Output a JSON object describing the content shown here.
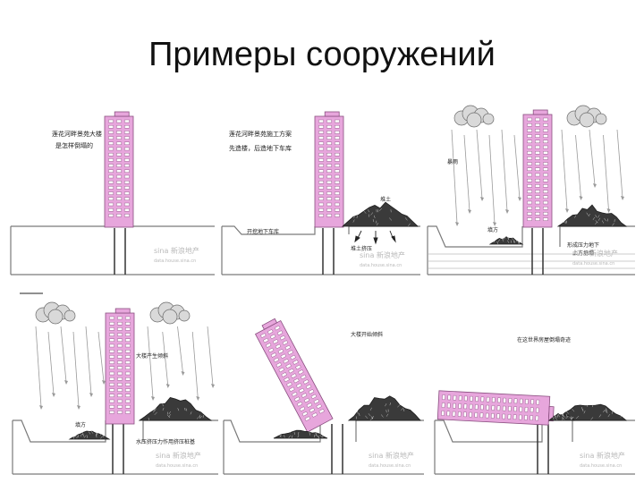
{
  "title": "Примеры сооружений",
  "colors": {
    "building": "#e7a6dc",
    "building_stroke": "#8a4f80",
    "ground": "#7a7a7a",
    "soil": "#1e1e1e",
    "rain": "#9a9a9a",
    "cloud": "#6b6b6b"
  },
  "panels": [
    {
      "id": "p1",
      "labels": [
        "莲花河畔景苑大楼",
        "是怎样倒塌的"
      ],
      "watermark": "sina 新浪地产",
      "watermark_url": "data.house.sina.cn"
    },
    {
      "id": "p2",
      "labels": [
        "莲花河畔景苑施工方案",
        "先造楼，后造地下车库",
        "开挖地下车库",
        "堆土",
        "堆土挤压"
      ],
      "watermark": "sina 新浪地产",
      "watermark_url": "data.house.sina.cn"
    },
    {
      "id": "p3",
      "labels": [
        "暴雨",
        "填方",
        "形成压力地下",
        "土方坍塌"
      ],
      "watermark": "sina 新浪地产",
      "watermark_url": "data.house.sina.cn"
    },
    {
      "id": "p4",
      "labels": [
        "大楼产生倾斜",
        "填方",
        "水压挤压力作用挤压桩基"
      ],
      "watermark": "sina 新浪地产",
      "watermark_url": "data.house.sina.cn"
    },
    {
      "id": "p5",
      "labels": [
        "大楼开始倾斜"
      ],
      "watermark": "sina 新浪地产",
      "watermark_url": "data.house.sina.cn"
    },
    {
      "id": "p6",
      "labels": [
        "在这世界房屋倒塌奇迹"
      ],
      "watermark": "sina 新浪地产",
      "watermark_url": "data.house.sina.cn"
    }
  ]
}
